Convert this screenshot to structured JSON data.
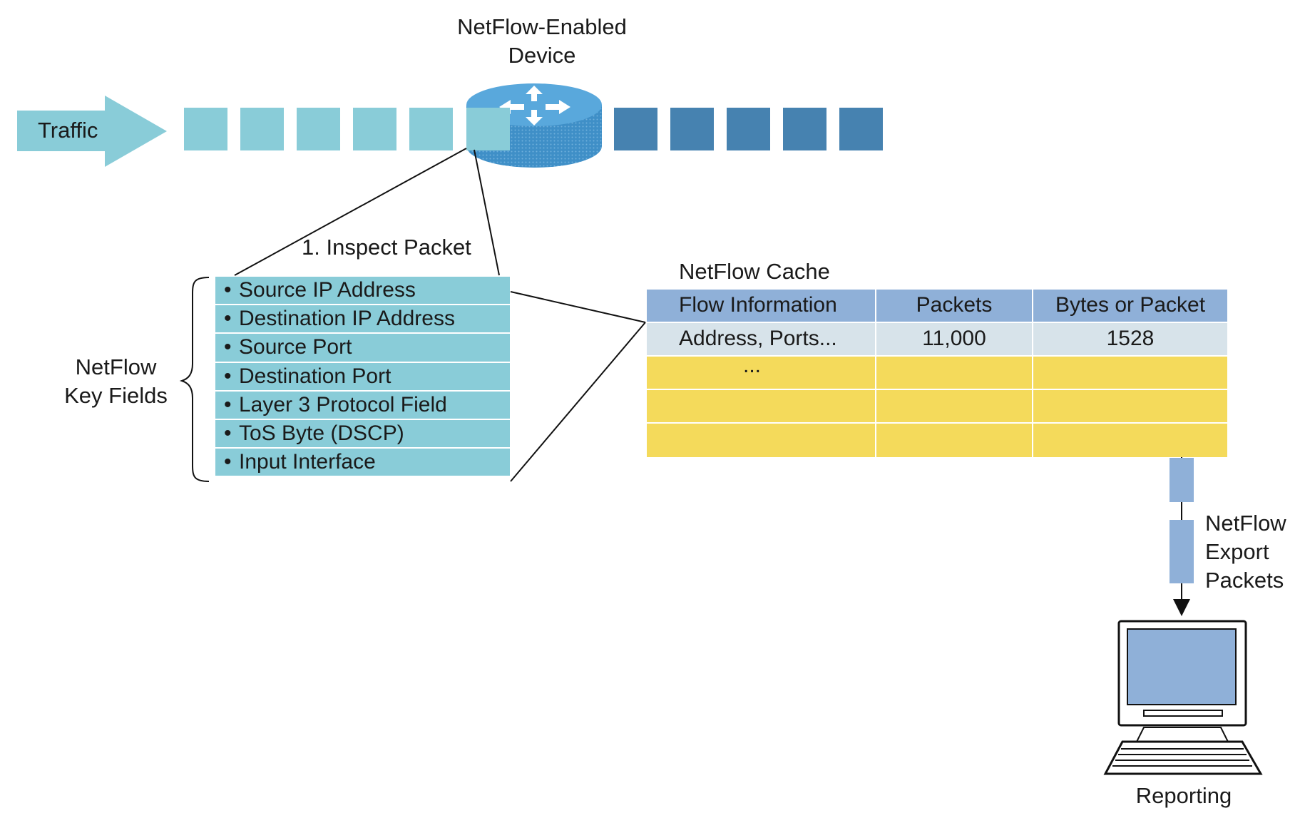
{
  "device_label_line1": "NetFlow-Enabled",
  "device_label_line2": "Device",
  "traffic_label": "Traffic",
  "inspect_label": "1. Inspect Packet",
  "key_fields_label_line1": "NetFlow",
  "key_fields_label_line2": "Key Fields",
  "key_fields": [
    "Source IP Address",
    "Destination IP Address",
    "Source Port",
    "Destination Port",
    "Layer 3 Protocol Field",
    "ToS Byte (DSCP)",
    "Input Interface"
  ],
  "bullet": "•",
  "cache": {
    "title": "NetFlow Cache",
    "headers": [
      "Flow Information",
      "Packets",
      "Bytes or Packet"
    ],
    "row": [
      "Address, Ports...",
      "11,000",
      "1528"
    ],
    "ellipsis": "..."
  },
  "export_label_line1": "NetFlow",
  "export_label_line2": "Export",
  "export_label_line3": "Packets",
  "reporting_label": "Reporting",
  "colors": {
    "incoming_packet": "#89ccd8",
    "outgoing_packet": "#4682b0",
    "router": "#3f8fc7",
    "cache_header": "#8fb0d8",
    "cache_row": "#d7e3ea",
    "cache_empty": "#f4da5b",
    "export_packet": "#8fb0d8"
  }
}
